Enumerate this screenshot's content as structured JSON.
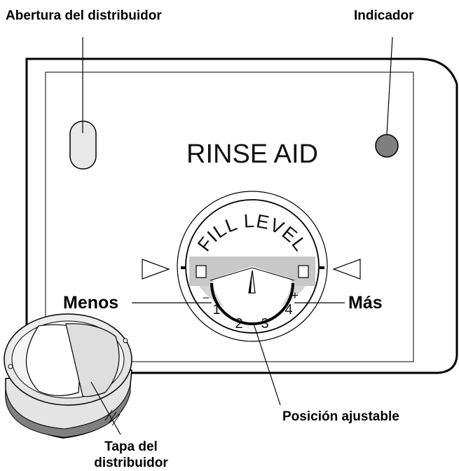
{
  "labels": {
    "dispenser_opening": "Abertura del distribuidor",
    "indicator": "Indicador",
    "less": "Menos",
    "more": "Más",
    "adjustable_position": "Posición ajustable",
    "cap_line1": "Tapa del",
    "cap_line2": "distribuidor"
  },
  "panel": {
    "title": "RINSE AID",
    "fill_level": [
      "F",
      "I",
      "L",
      "L",
      " ",
      "L",
      "E",
      "V",
      "E",
      "L"
    ],
    "minus": "–",
    "plus": "+",
    "dial_numbers": [
      "1",
      "2",
      "3",
      "4"
    ]
  },
  "colors": {
    "indicator": "#7f7f7f",
    "dial_band": "#c8c8c8",
    "cap_ring": "#808080"
  }
}
